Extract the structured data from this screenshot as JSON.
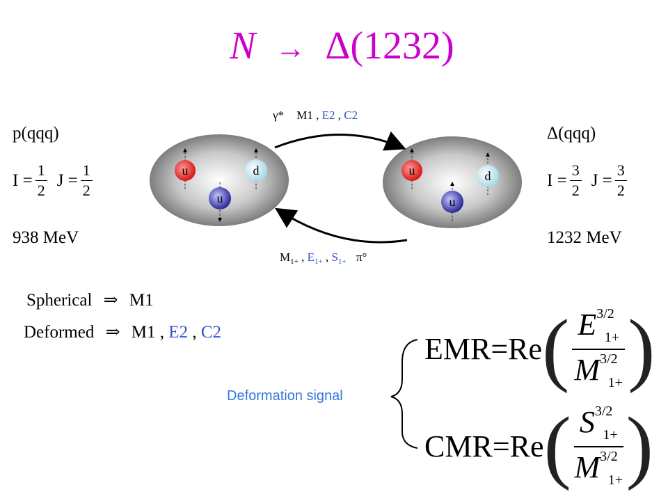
{
  "title": {
    "lhs": "N",
    "arrow": "→",
    "rhs": "Δ(1232)"
  },
  "top_label": {
    "gamma": "γ*",
    "m1": "M1",
    "sep": ",",
    "e2": "E2",
    "c2": "C2"
  },
  "bottom_label": {
    "m": "M",
    "e": "E",
    "s": "S",
    "sub": "1+",
    "sep": ",",
    "pion": "π°"
  },
  "proton": {
    "name": "p(qqq)",
    "i_label": "I =",
    "j_label": "J =",
    "i_num": "1",
    "i_den": "2",
    "j_num": "1",
    "j_den": "2",
    "mass": "938 MeV",
    "quarks": [
      "u",
      "d",
      "u"
    ]
  },
  "delta": {
    "name": "Δ(qqq)",
    "i_label": "I =",
    "j_label": "J =",
    "i_num": "3",
    "i_den": "2",
    "j_num": "3",
    "j_den": "2",
    "mass": "1232 MeV",
    "quarks": [
      "u",
      "d",
      "u"
    ]
  },
  "spherical": {
    "label": "Spherical",
    "implies": "⇒",
    "result": "M1"
  },
  "deformed": {
    "label": "Deformed",
    "implies": "⇒",
    "m1": "M1",
    "sep": ",",
    "e2": "E2",
    "c2": "C2"
  },
  "deformation_signal": "Deformation signal",
  "emr": {
    "lhs": "EMR=Re",
    "num": "E",
    "den": "M",
    "sup": "3/2",
    "sub": "1+"
  },
  "cmr": {
    "lhs": "CMR=Re",
    "num": "S",
    "den": "M",
    "sup": "3/2",
    "sub": "1+"
  },
  "colors": {
    "title": "#cc00cc",
    "blue": "#3355cc",
    "signal": "#3377dd",
    "quark_u_red": "#e83030",
    "quark_d_cyan": "#bfe3ef",
    "quark_u_blue": "#3a3aa8"
  }
}
